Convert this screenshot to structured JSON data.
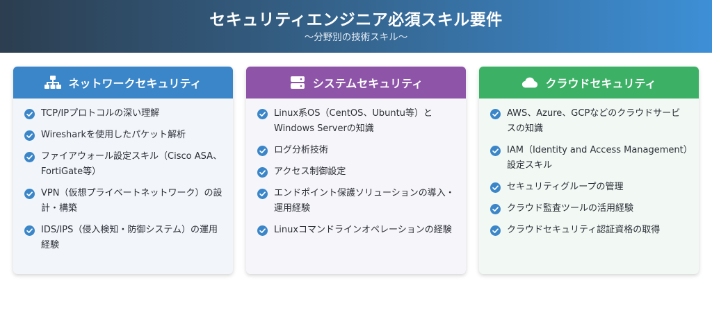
{
  "header": {
    "title": "セキュリティエンジニア必須スキル要件",
    "subtitle": "〜分野別の技術スキル〜"
  },
  "colors": {
    "network": "#3a86c8",
    "system": "#8e54a8",
    "cloud": "#3cb166",
    "check": "#3a86c8"
  },
  "cards": [
    {
      "title": "ネットワークセキュリティ",
      "icon": "network-icon",
      "items": [
        "TCP/IPプロトコルの深い理解",
        "Wiresharkを使用したパケット解析",
        "ファイアウォール設定スキル（Cisco ASA、FortiGate等）",
        "VPN（仮想プライベートネットワーク）の設計・構築",
        "IDS/IPS（侵入検知・防御システム）の運用経験"
      ]
    },
    {
      "title": "システムセキュリティ",
      "icon": "server-icon",
      "items": [
        "Linux系OS（CentOS、Ubuntu等）とWindows Serverの知識",
        "ログ分析技術",
        "アクセス制御設定",
        "エンドポイント保護ソリューションの導入・運用経験",
        "Linuxコマンドラインオペレーションの経験"
      ]
    },
    {
      "title": "クラウドセキュリティ",
      "icon": "cloud-icon",
      "items": [
        "AWS、Azure、GCPなどのクラウドサービスの知識",
        "IAM（Identity and Access Management）設定スキル",
        "セキュリティグループの管理",
        "クラウド監査ツールの活用経験",
        "クラウドセキュリティ認証資格の取得"
      ]
    }
  ]
}
